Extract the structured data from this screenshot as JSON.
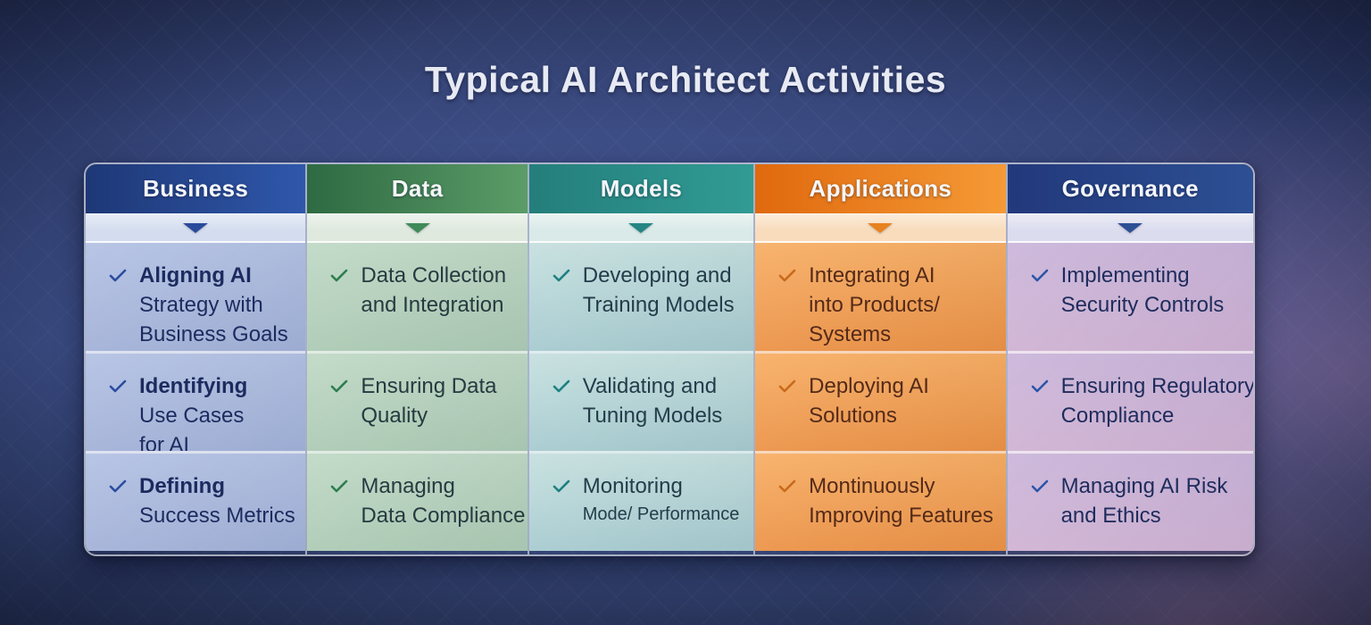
{
  "title": "Typical AI Architect Activities",
  "columns": [
    {
      "label": "Business",
      "colors": {
        "header_from": "#1e3876",
        "header_to": "#2f57ab",
        "band_bg": "#d4ddef",
        "triangle": "#2a4a9a",
        "cell_top": "#b0bfe2",
        "cell_bottom": "#a4b3da",
        "check": "#2b4da0",
        "text": "#1c2b5e"
      },
      "items": [
        {
          "lines": [
            "Aligning AI",
            "Strategy with",
            "Business Goals"
          ]
        },
        {
          "lines": [
            "Identifying",
            "Use Cases",
            "for AI"
          ]
        },
        {
          "lines": [
            "Defining",
            "Success Metrics"
          ]
        }
      ]
    },
    {
      "label": "Data",
      "colors": {
        "header_from": "#2e6a42",
        "header_to": "#5b9c68",
        "band_bg": "#dfe9de",
        "triangle": "#3f8a58",
        "cell_top": "#bdd7c3",
        "cell_bottom": "#aecdb6",
        "check": "#2e7d4f",
        "text": "#263a40"
      },
      "items": [
        {
          "lines": [
            "Data Collection",
            "and Integration"
          ]
        },
        {
          "lines": [
            "Ensuring Data",
            "Quality"
          ]
        },
        {
          "lines": [
            "Managing",
            "Data Compliance"
          ]
        }
      ]
    },
    {
      "label": "Models",
      "colors": {
        "header_from": "#247e7b",
        "header_to": "#319b94",
        "band_bg": "#d9eae8",
        "triangle": "#258583",
        "cell_top": "#c3dedd",
        "cell_bottom": "#a8cdd1",
        "check": "#1d8180",
        "text": "#243c4a"
      },
      "items": [
        {
          "lines": [
            "Developing and",
            "Training Models"
          ]
        },
        {
          "lines": [
            "Validating and",
            "Tuning Models"
          ]
        },
        {
          "lines": [
            "Monitoring",
            "Mode/ Performance"
          ]
        }
      ]
    },
    {
      "label": "Applications",
      "colors": {
        "header_from": "#e0690e",
        "header_to": "#f59a36",
        "band_bg": "#f8dcbc",
        "triangle": "#e8821f",
        "cell_top": "#f7ab5e",
        "cell_bottom": "#ef9345",
        "check": "#c96a1c",
        "text": "#542a18"
      },
      "items": [
        {
          "lines": [
            "Integrating AI",
            "into Products/",
            "Systems"
          ]
        },
        {
          "lines": [
            "Deploying AI",
            "Solutions"
          ]
        },
        {
          "lines": [
            "Montinuously",
            "Improving Features"
          ]
        }
      ]
    },
    {
      "label": "Governance",
      "colors": {
        "header_from": "#22397b",
        "header_to": "#2d4f94",
        "band_bg": "#dbdcee",
        "triangle": "#2d4f94",
        "cell_top": "#c8b2d8",
        "cell_bottom": "#d2b4d5",
        "check": "#2b55a8",
        "text": "#1e2c5c"
      },
      "items": [
        {
          "lines": [
            "Implementing",
            "Security Controls"
          ]
        },
        {
          "lines": [
            "Ensuring Regulatory",
            "Compliance"
          ]
        },
        {
          "lines": [
            "Managing AI Risk",
            "and Ethics"
          ]
        }
      ]
    }
  ]
}
